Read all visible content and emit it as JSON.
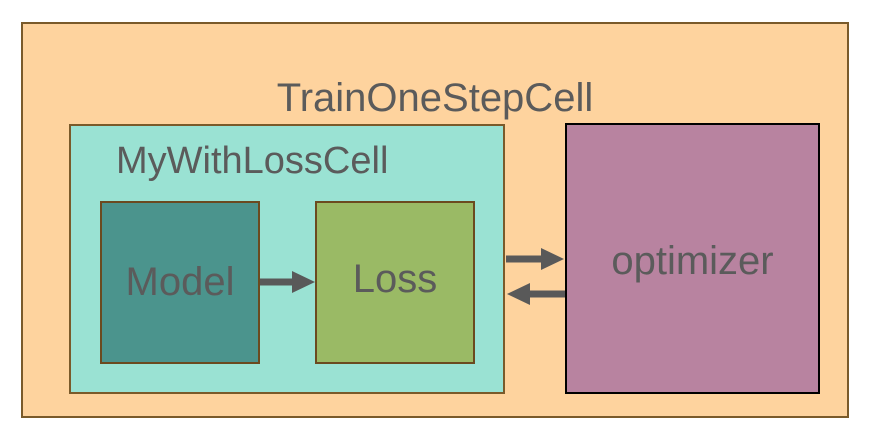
{
  "diagram": {
    "outer": {
      "title": "TrainOneStepCell"
    },
    "with_loss": {
      "title": "MyWithLossCell"
    },
    "model": {
      "label": "Model"
    },
    "loss": {
      "label": "Loss"
    },
    "optimizer": {
      "label": "optimizer"
    }
  },
  "colors": {
    "outer_fill": "#fed39e",
    "with_loss_fill": "#9ae2d3",
    "model_fill": "#4b948d",
    "loss_fill": "#9aba65",
    "optimizer_fill": "#b883a0",
    "arrow": "#595959",
    "text": "#5b5b5b"
  },
  "connections": [
    {
      "from": "model",
      "to": "loss"
    },
    {
      "from": "with_loss",
      "to": "optimizer"
    },
    {
      "from": "optimizer",
      "to": "with_loss"
    }
  ]
}
